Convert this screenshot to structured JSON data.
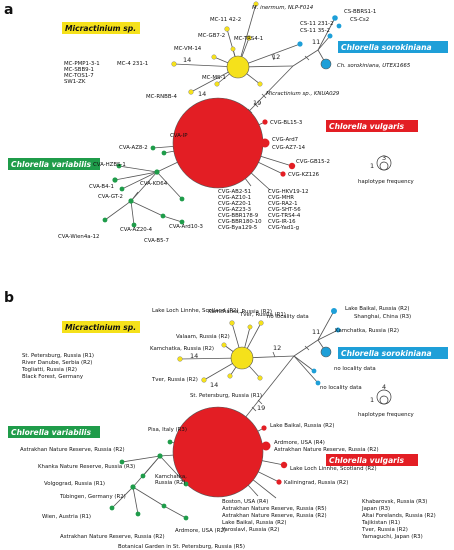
{
  "panel_a": {
    "letter": "a",
    "groups": {
      "micractinium": "Micractinium sp.",
      "sorokiniana": "Chlorella sorokiniana",
      "vulgaris": "Chlorella vulgaris",
      "variabilis": "Chlorella variabilis"
    },
    "labels": {
      "cs_bbrs1": "CS-BBRS1-1",
      "cs_cs2": "CS-Cs2",
      "cs_11": "CS-11 231-2",
      "cs_11b": "CS-11 35-2",
      "ch_utex": "Ch. sorokiniana, UTEX1665",
      "m_inermum": "M. inermum, NLP-F014",
      "mc_11": "MC-11 42-2",
      "mc_gb7": "MC-GB7-2",
      "mc_trs4": "MC-TRS4-1",
      "mc_vm14": "MC-VM-14",
      "mc_pmp1": "MC-PMP1-3-1",
      "mc_sbb9": "MC-SBB9-1",
      "mc_tos17": "MC-TOS1-7",
      "sw1zk": "SW1-ZK",
      "mc_4": "MC-4 231-1",
      "mc_ms1": "MC-MS-1",
      "mc_rnbb4": "MC-RNBB-4",
      "micr_knua": "Micractinium sp., KNUA029",
      "cva_ip": "CVA-IP",
      "cva_az8": "CVA-AZ8-2",
      "cva_hzbs": "CVA-HZBS-1",
      "cva_b4": "CVA-B4-1",
      "cva_gt2": "CVA-GT-2",
      "cva_kd64": "CVA-KD64",
      "cva_wien": "CVA-Wien4a-12",
      "cva_az20": "CVA-AZ20-4",
      "cva_ard10": "CVA-Ard10-3",
      "cva_b5": "CVA-B5-7",
      "cvg_bl15": "CVG-BL15-3",
      "cvg_ard7": "CVG-Ard7",
      "cvg_az7": "CVG-AZ7-14",
      "cvg_gb15": "CVG-GB15-2",
      "cvg_kz126": "CVG-KZ126",
      "cvg_ab2": "CVG-AB2-51",
      "cvg_az10": "CVG-AZ10-1",
      "cvg_az20": "CVG-AZ20-1",
      "cvg_az23": "CVG-AZ23-3",
      "cvg_bbr178": "CVG-BBR178-9",
      "cvg_bbr180": "CVG-BBR180-10",
      "cvg_bya": "CVG-Bya129-5",
      "cvg_hkv": "CVG-HKV19-12",
      "cvg_mhr": "CVG-MHR",
      "cvg_ra2": "CVG-RA2-1",
      "cvg_sht": "CVG-SHT-56",
      "cvg_trs4": "CVG-TRS4-4",
      "cvg_ir16": "CVG-IR-16",
      "cvg_yad": "CVG-Yad1-g"
    },
    "numbers": {
      "n11": "11",
      "n12": "12",
      "n14": "14",
      "n14b": "14",
      "n19": "19"
    },
    "legend": {
      "title": "haplotype frequency",
      "v1": "1",
      "v3": "3"
    }
  },
  "panel_b": {
    "letter": "b",
    "groups": {
      "micractinium": "Micractinium sp.",
      "sorokiniana": "Chlorella sorokiniana",
      "vulgaris": "Chlorella vulgaris",
      "variabilis": "Chlorella variabilis"
    },
    "labels": {
      "baikal2": "Lake Baikal, Russia (R2)",
      "shanghai": "Shanghai, China (R3)",
      "kamchatka_s": "Kamchatka, Russia (R2)",
      "noloc1": "no locality data",
      "noloc2": "no locality data",
      "noloc3": "no locality data",
      "tver1": "Tver, Russia (R1)",
      "kamchatka_m": "Kamchatka, Russia (R2)",
      "linnhe_m": "Lake Loch Linnhe, Scotland (R2)",
      "valaam": "Valaam, Russia (R2)",
      "kamchatka_m2": "Kamchatka, Russia (R2)",
      "spb1": "St. Petersburg, Russia (R1)",
      "danube": "River Danube, Serbia (R2)",
      "togliatti": "Togliatti, Russia (R2)",
      "blackforest": "Black Forest, Germany",
      "tver2": "Tver, Russia (R2)",
      "spb2": "St. Petersburg, Russia (R1)",
      "pisa": "Pisa, Italy (R3)",
      "astrakhan1": "Astrakhan Nature Reserve, Russia (R2)",
      "khanka": "Khanka Nature Reserve, Russia (R3)",
      "kamchatka_v": "Kamchatka,",
      "kamchatka_v2": "Russia (R2)",
      "volgograd": "Volgograd, Russia (R1)",
      "tubingen": "Tübingen, Germany (R2)",
      "wien": "Wien, Austria (R1)",
      "astrakhan2": "Astrakhan Nature Reserve, Russia (R2)",
      "ardmore_r2": "Ardmore, USA (R2)",
      "botanical": "Botanical Garden in St. Petersburg, Russia (R5)",
      "baikal_v": "Lake Baikal, Russia (R2)",
      "ardmore_r4": "Ardmore, USA (R4)",
      "astrakhan_v": "Astrakhan Nature Reserve, Russia (R2)",
      "linnhe_v": "Lake Loch Linnhe, Scotland (R2)",
      "kaliningrad": "Kaliningrad, Russia (R2)",
      "boston": "Boston, USA (R4)",
      "astrakhan_v2": "Astrakhan Nature Reserve, Russia (R5)",
      "astrakhan_v3": "Astrakhan Nature Reserve, Russia (R2)",
      "baikal_v2": "Lake Baikal, Russia (R2)",
      "yaroslavl": "Yaroslavl, Russia (R2)",
      "khabarovsk": "Khabarovsk, Russia (R3)",
      "japan": "Japan (R3)",
      "altai": "Altai Forelands, Russia (R2)",
      "tajikistan": "Tajikistan (R1)",
      "tver3": "Tver, Russia (R2)",
      "yamaguchi": "Yamaguchi, Japan (R3)"
    },
    "numbers": {
      "n11": "11",
      "n12": "12",
      "n14": "14",
      "n14b": "14",
      "n19": "19"
    },
    "legend": {
      "title": "haplotype frequency",
      "v1": "1",
      "v4": "4"
    }
  },
  "colors": {
    "micractinium": "#f5e11b",
    "sorokiniana": "#1e9fd8",
    "vulgaris": "#e31e24",
    "variabilis": "#1f9c4a",
    "group_text": "#111111",
    "group_text_light": "#ffffff"
  }
}
